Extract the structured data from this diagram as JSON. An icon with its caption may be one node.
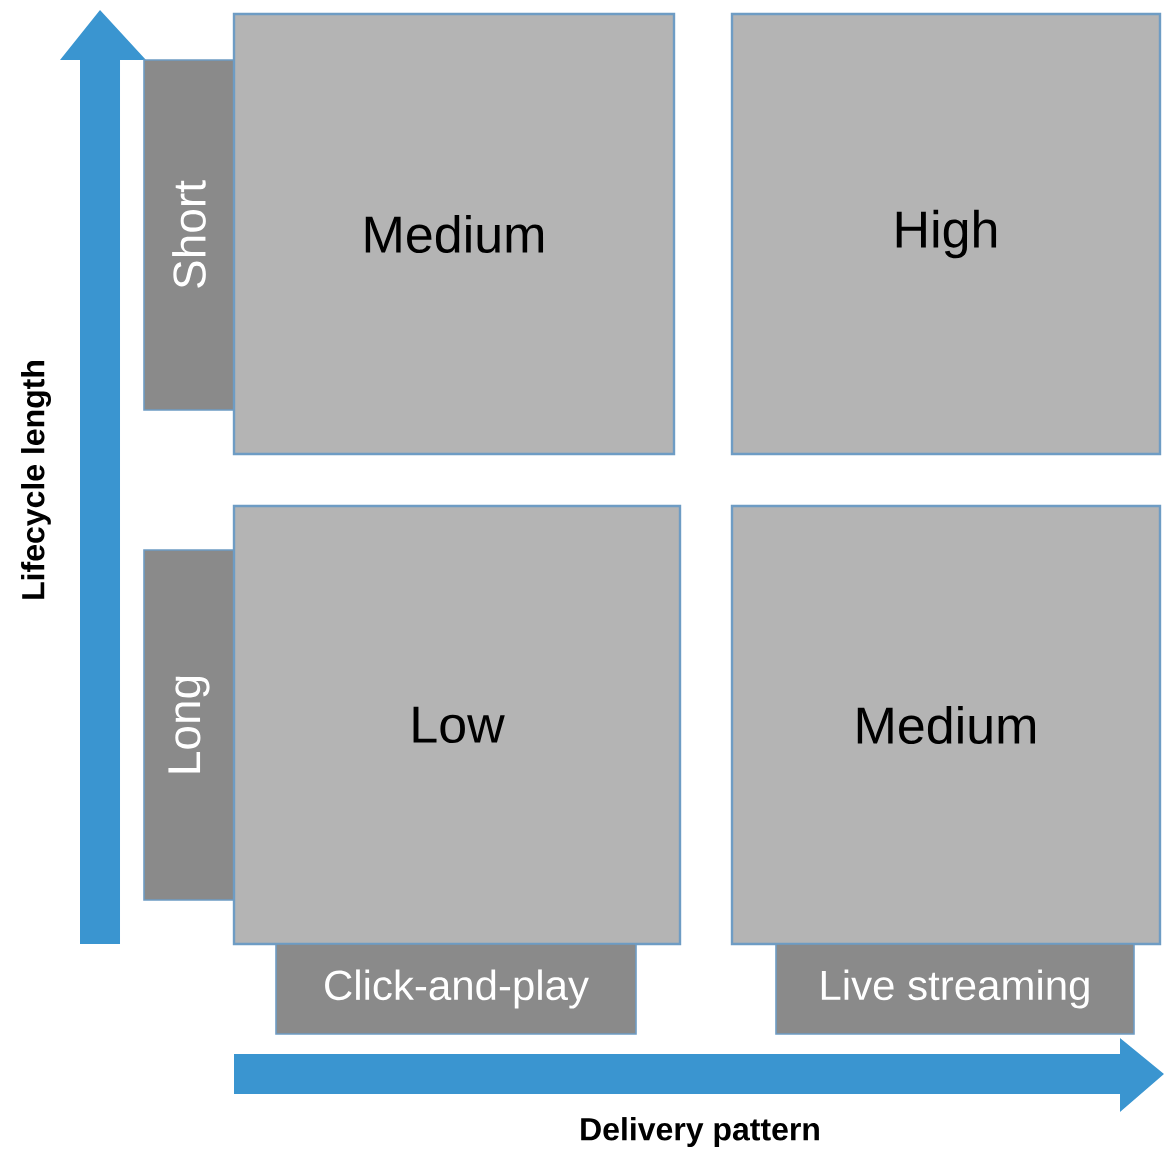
{
  "diagram": {
    "nodes": [
      {
        "text": [
          "Short"
        ]
      },
      {
        "text": [
          "Medium"
        ]
      },
      {
        "text": [
          "High"
        ]
      },
      {
        "text": [
          "Long"
        ]
      },
      {
        "text": [
          "Low"
        ]
      },
      {
        "text": [
          "Medium"
        ]
      },
      {
        "text": [
          "Click-and-play"
        ]
      },
      {
        "text": [
          "Live streaming"
        ]
      }
    ],
    "edges": [],
    "labels": [
      "Lifecycle length",
      "Delivery pattern"
    ]
  }
}
